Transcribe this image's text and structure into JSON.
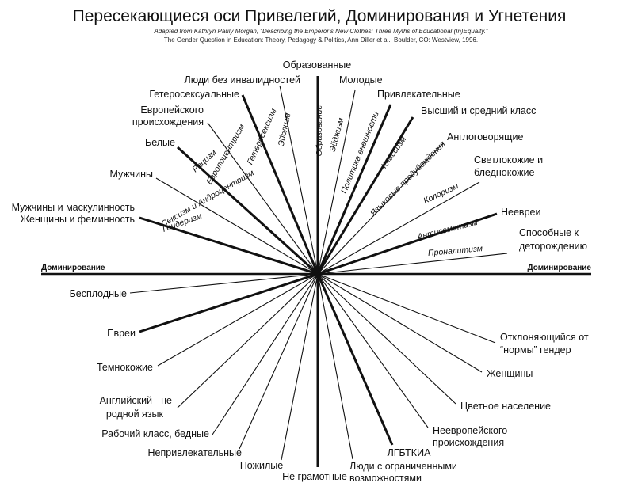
{
  "title": "Пересекающиеся оси Привелегий, Доминирования и Угнетения",
  "subtitle_line1": "Adapted from Kathryn Pauly Morgan, “Describing the Emperor’s New Clothes: Three Myths of Educational (In)Equalty.”",
  "subtitle_line2": "The Gender Question in Education: Theory, Pedagogy & Politics, Ann Diller et al., Boulder, CO: Westview, 1996.",
  "axis_left_label": "Доминирование",
  "axis_right_label": "Доминирование",
  "axes": [
    {
      "axis": "Гендеризм",
      "privileged": [
        "Мужчины и маскулинность",
        "Женщины и феминность"
      ],
      "oppressed": [
        "Отклоняющийся от",
        "“нормы” гендер"
      ]
    },
    {
      "axis": "Сексизм и Андроцентризм",
      "privileged": [
        "Мужчины"
      ],
      "oppressed": [
        "Женщины"
      ]
    },
    {
      "axis": "Рацизм",
      "privileged": [
        "Белые"
      ],
      "oppressed": [
        "Цветное население"
      ]
    },
    {
      "axis": "Европоцентризм",
      "privileged": [
        "Европейского",
        "происхождения"
      ],
      "oppressed": [
        "Неевропейского",
        "происхождения"
      ]
    },
    {
      "axis": "Гетеросексизм",
      "privileged": [
        "Гетеросексуальные"
      ],
      "oppressed": [
        "ЛГБТКИА"
      ]
    },
    {
      "axis": "Эйблизм",
      "privileged": [
        "Люди без инвалидностей"
      ],
      "oppressed": [
        "Люди с ограниченными",
        "возможностями"
      ]
    },
    {
      "axis": "Образование",
      "privileged": [
        "Образованные"
      ],
      "oppressed": [
        "Не грамотные"
      ]
    },
    {
      "axis": "Эйджизм",
      "privileged": [
        "Молодые"
      ],
      "oppressed": [
        "Пожилые"
      ]
    },
    {
      "axis": "Политика внешности",
      "privileged": [
        "Привлекательные"
      ],
      "oppressed": [
        "Непривлекательные"
      ]
    },
    {
      "axis": "Классизм",
      "privileged": [
        "Высший и средний класс"
      ],
      "oppressed": [
        "Рабочий класс, бедные"
      ]
    },
    {
      "axis": "Языковые предубеждения",
      "privileged": [
        "Англоговорящие"
      ],
      "oppressed": [
        "Английский - не",
        "родной язык"
      ]
    },
    {
      "axis": "Колоризм",
      "privileged": [
        "Светлокожие и",
        "бледнокожие"
      ],
      "oppressed": [
        "Темнокожие"
      ]
    },
    {
      "axis": "Антисемитизм",
      "privileged": [
        "Неевреи"
      ],
      "oppressed": [
        "Евреи"
      ]
    },
    {
      "axis": "Проналитизм",
      "privileged": [
        "Способные к",
        "деторождению"
      ],
      "oppressed": [
        "Бесплодные"
      ]
    }
  ]
}
